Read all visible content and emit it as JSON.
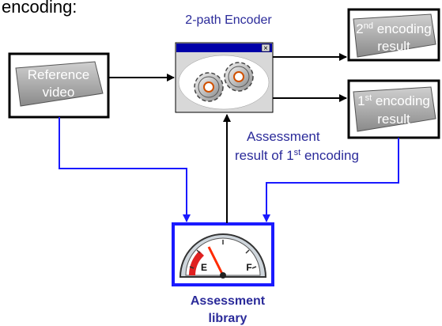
{
  "header": {
    "partial_text": "encoding:"
  },
  "encoder": {
    "title": "2-path Encoder",
    "close_glyph": "×"
  },
  "reference": {
    "line1": "Reference",
    "line2": "video"
  },
  "second_result": {
    "ordinal_num": "2",
    "ordinal_sup": "nd",
    "line1_rest": " encoding",
    "line2": "result"
  },
  "first_result": {
    "ordinal_num": "1",
    "ordinal_sup": "st",
    "line1_rest": " encoding",
    "line2": "result"
  },
  "assessment_result": {
    "line1": "Assessment",
    "line2_pre": "result of 1",
    "line2_sup": "st",
    "line2_post": " encoding"
  },
  "library": {
    "line1": "Assessment",
    "line2": "library",
    "gauge_left": "E",
    "gauge_right": "F"
  },
  "colors": {
    "blue": "#1a1aff",
    "dark": "#000000",
    "label_blue": "#2b2b9a",
    "cassette": "#a8a8a8",
    "encoder_bg": "#d8d8d8",
    "titlebar": "#0000a8"
  }
}
